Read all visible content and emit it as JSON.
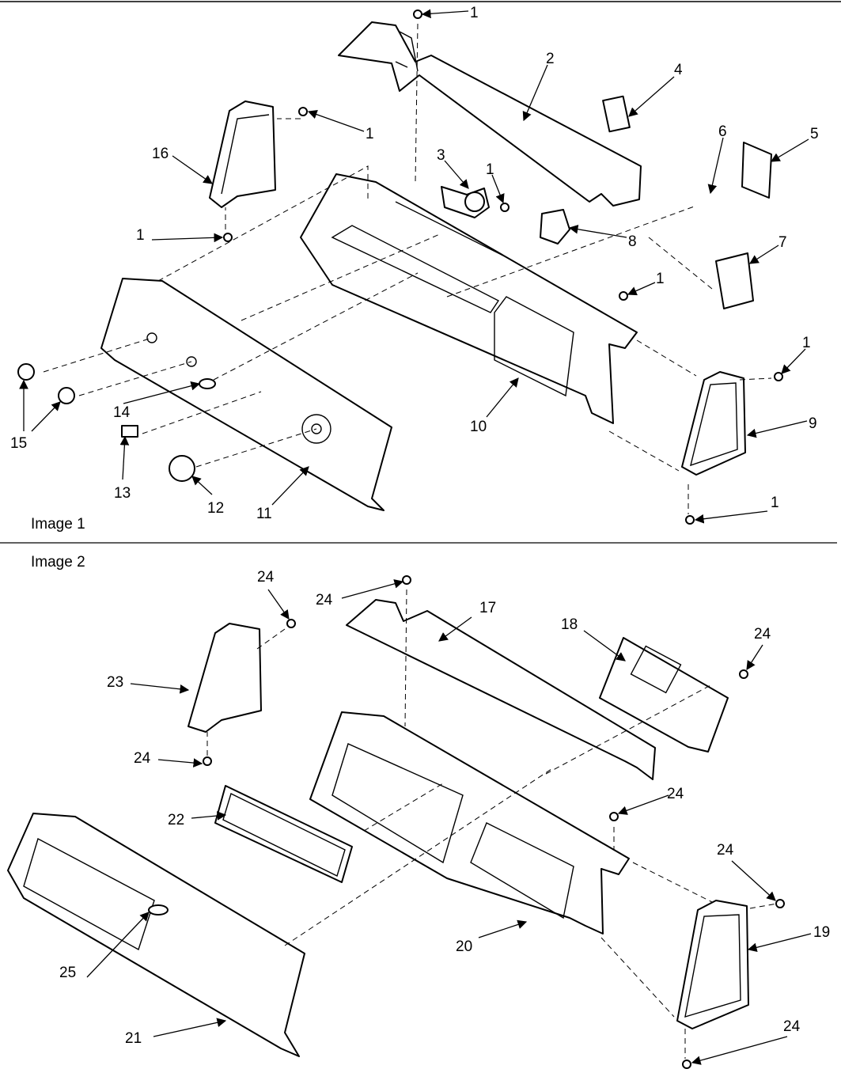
{
  "panels": [
    {
      "label": "Image 1"
    },
    {
      "label": "Image 2"
    }
  ],
  "callouts": [
    "1",
    "2",
    "3",
    "4",
    "5",
    "6",
    "7",
    "8",
    "9",
    "10",
    "11",
    "12",
    "13",
    "14",
    "15",
    "16",
    "17",
    "18",
    "19",
    "20",
    "21",
    "22",
    "23",
    "24",
    "25"
  ]
}
